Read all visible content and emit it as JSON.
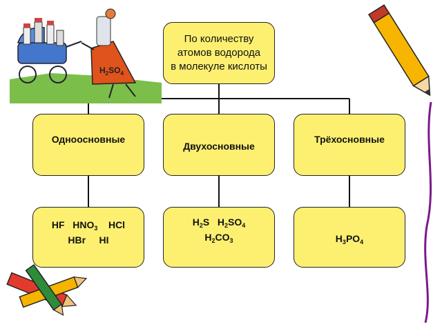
{
  "root": {
    "label_lines": [
      "По количеству",
      "атомов водорода",
      "в молекуле кислоты"
    ]
  },
  "categories": [
    {
      "label": "Одноосновные"
    },
    {
      "label": "Двухосновные"
    },
    {
      "label": "Трёхосновные"
    }
  ],
  "examples": {
    "mono": {
      "line1": [
        "HF",
        "HNO3",
        "HCl"
      ],
      "line2": [
        "HBr",
        "HI"
      ]
    },
    "di": {
      "line1": [
        "H2S",
        "H2SO4"
      ],
      "line2": [
        "H2CO3"
      ]
    },
    "tri": {
      "line1": [
        "H3PO4"
      ]
    }
  },
  "illustration": {
    "flask_label": "H2SO4"
  },
  "colors": {
    "box_fill": "#fdf071",
    "line": "#111111"
  }
}
